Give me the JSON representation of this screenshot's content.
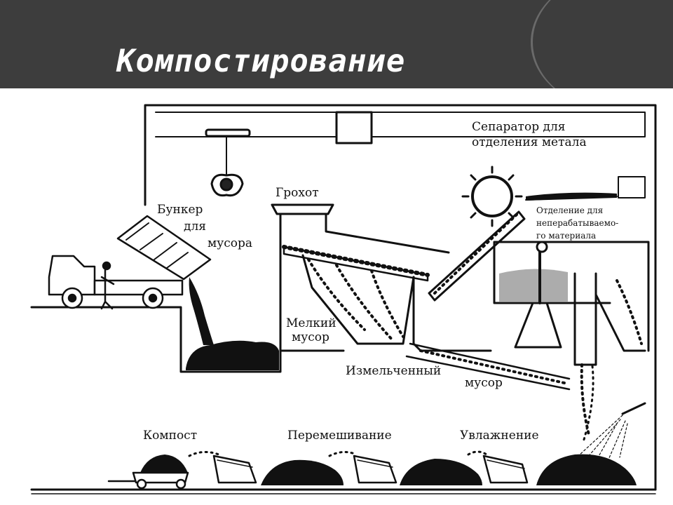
{
  "title": "Компостирование",
  "labels": {
    "separator_line1": "Сепаратор для",
    "separator_line2": "отделения метала",
    "grohot": "Грохот",
    "bunker_line1": "Бункер",
    "bunker_line2": "для",
    "bunker_line3": "мусора",
    "separation_line1": "Отделение для",
    "separation_line2": "неперабатываемо-",
    "separation_line3": "го  материала",
    "fine_line1": "Мелкий",
    "fine_line2": "мусор",
    "crushed_line1": "Измельченный",
    "crushed_line2": "мусор",
    "compost": "Компост",
    "mixing": "Перемешивание",
    "moistening": "Увлажнение"
  },
  "colors": {
    "header": "#3d3d3d",
    "ink": "#111111",
    "background": "#ffffff"
  }
}
